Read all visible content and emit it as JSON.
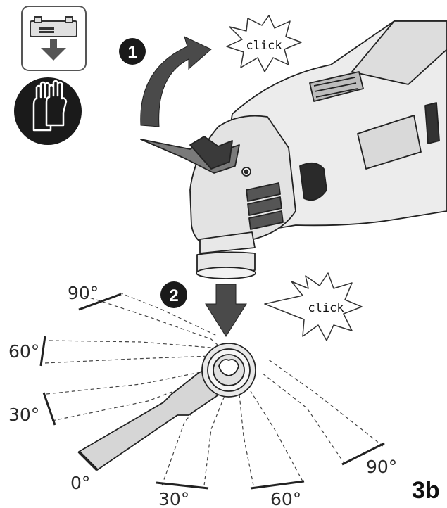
{
  "steps": {
    "one": "1",
    "two": "2"
  },
  "sound_labels": {
    "first": "click",
    "second": "click"
  },
  "angles": {
    "left_0": "0°",
    "left_30": "30°",
    "left_60": "60°",
    "left_90": "90°",
    "bottom_30": "30°",
    "bottom_60": "60°",
    "right_90": "90°"
  },
  "figure_label": "3b",
  "icons": {
    "unplug": "battery-removal-icon",
    "gloves": "protective-gloves-icon"
  },
  "colors": {
    "ink": "#1a1a1a",
    "tool_gray": "#d7d7d7",
    "arrow_gray": "#4a4a4a",
    "icon_border": "#555555"
  }
}
